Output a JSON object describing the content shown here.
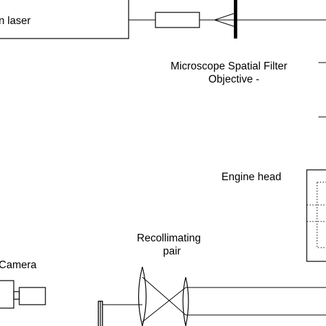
{
  "labels": {
    "laser": "n laser",
    "filter_line1": "Microscope Spatial Filter",
    "filter_line2": "Objective -",
    "engine_head": "Engine head",
    "recollimating_line1": "Recollimating",
    "recollimating_line2": "pair",
    "camera": "Camera"
  },
  "colors": {
    "line": "#000000",
    "background": "#ffffff"
  }
}
